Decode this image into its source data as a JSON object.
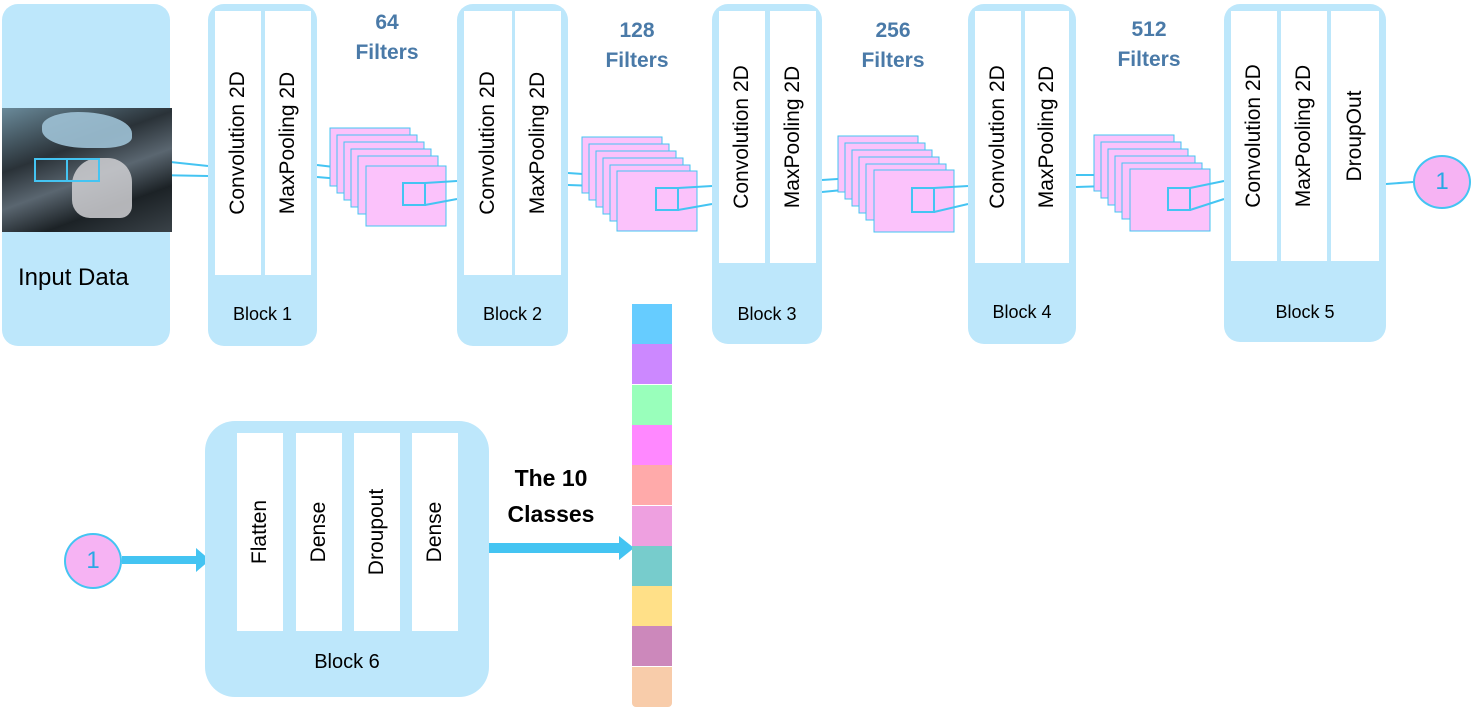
{
  "input": {
    "label": "Input Data"
  },
  "blocks": [
    {
      "label": "Block 1",
      "layers": [
        "Convolution 2D",
        "MaxPooling 2D"
      ]
    },
    {
      "label": "Block 2",
      "layers": [
        "Convolution 2D",
        "MaxPooling 2D"
      ]
    },
    {
      "label": "Block 3",
      "layers": [
        "Convolution 2D",
        "MaxPooling 2D"
      ]
    },
    {
      "label": "Block 4",
      "layers": [
        "Convolution 2D",
        "MaxPooling 2D"
      ]
    },
    {
      "label": "Block 5",
      "layers": [
        "Convolution 2D",
        "MaxPooling 2D",
        "DroupOut"
      ]
    },
    {
      "label": "Block 6",
      "layers": [
        "Flatten",
        "Dense",
        "Droupout",
        "Dense"
      ]
    }
  ],
  "filters": [
    {
      "value": "64",
      "unit": "Filters"
    },
    {
      "value": "128",
      "unit": "Filters"
    },
    {
      "value": "256",
      "unit": "Filters"
    },
    {
      "value": "512",
      "unit": "Filters"
    }
  ],
  "connector": {
    "label": "1"
  },
  "output": {
    "title_line1": "The 10",
    "title_line2": "Classes",
    "class_colors": [
      "#66ccff",
      "#cc88ff",
      "#99ffbb",
      "#ff88ff",
      "#ffaaaa",
      "#eea0e0",
      "#77cccc",
      "#ffe088",
      "#cc88bb",
      "#f8ccaa"
    ]
  },
  "colors": {
    "block_bg": "#bde7fb",
    "feature_map": "#fbc2fb",
    "accent": "#44c4f2",
    "filters_text": "#4a7aa8"
  }
}
